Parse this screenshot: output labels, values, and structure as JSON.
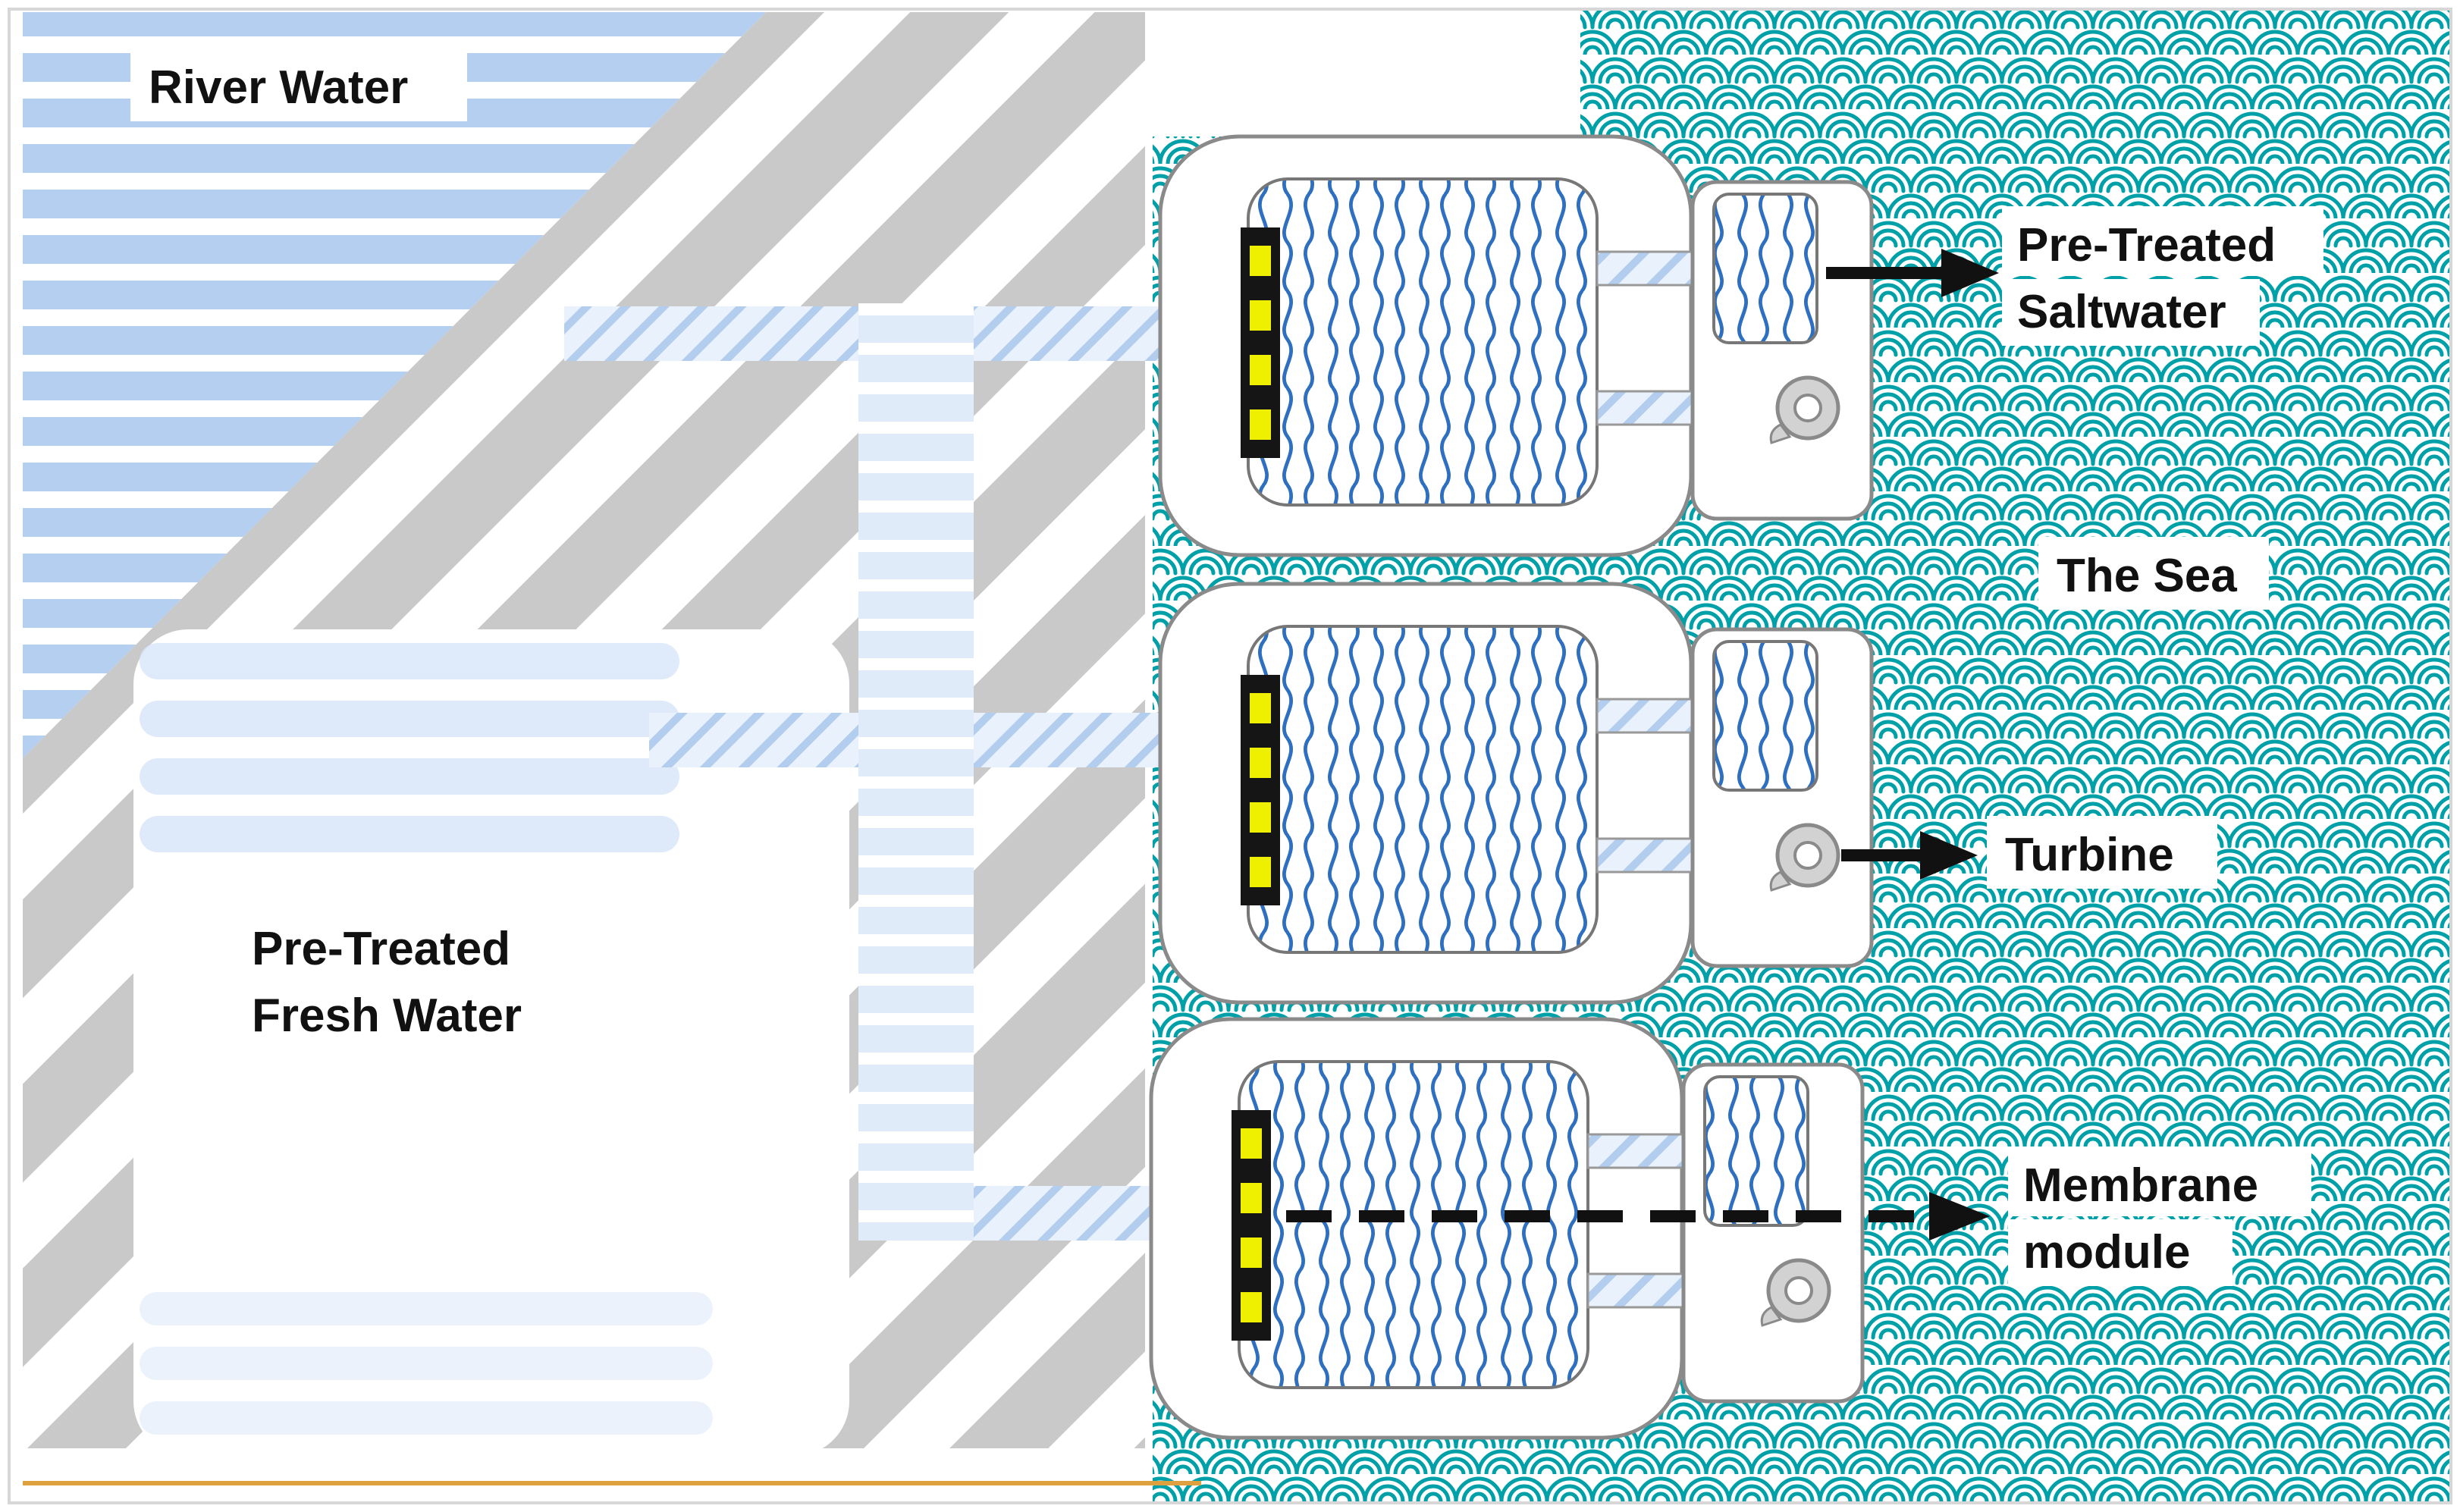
{
  "diagram": {
    "labels": {
      "river_water": "River Water",
      "pre_treated_fresh_water": [
        "Pre-Treated",
        "Fresh Water"
      ],
      "pre_treated_saltwater": [
        "Pre-Treated",
        "Saltwater"
      ],
      "the_sea": "The Sea",
      "turbine": "Turbine",
      "membrane_module": [
        "Membrane",
        "module"
      ]
    },
    "module_count": 3,
    "flows": [
      {
        "target": "Pre-Treated Saltwater",
        "style": "solid-arrow"
      },
      {
        "target": "Turbine",
        "style": "solid-arrow"
      },
      {
        "target": "Membrane module",
        "style": "dashed-arrow"
      }
    ],
    "colors": {
      "river_stripe_blue": "#b5cff1",
      "land_stripe_gray": "#c9c9c9",
      "sea_teal": "#00a0a8",
      "membrane_wave_blue": "#2f6fc0",
      "pipe_fill": "#e9f1fc",
      "pipe_hatch_blue": "#b3cdee",
      "manifold_fill": "#e0ebfa",
      "connector_black": "#151515",
      "connector_yellow": "#eef000",
      "arrow_black": "#111111",
      "label_text": "#111111",
      "module_outline_gray": "#8a8a8a",
      "bottom_rule_orange": "#dfa040"
    }
  }
}
